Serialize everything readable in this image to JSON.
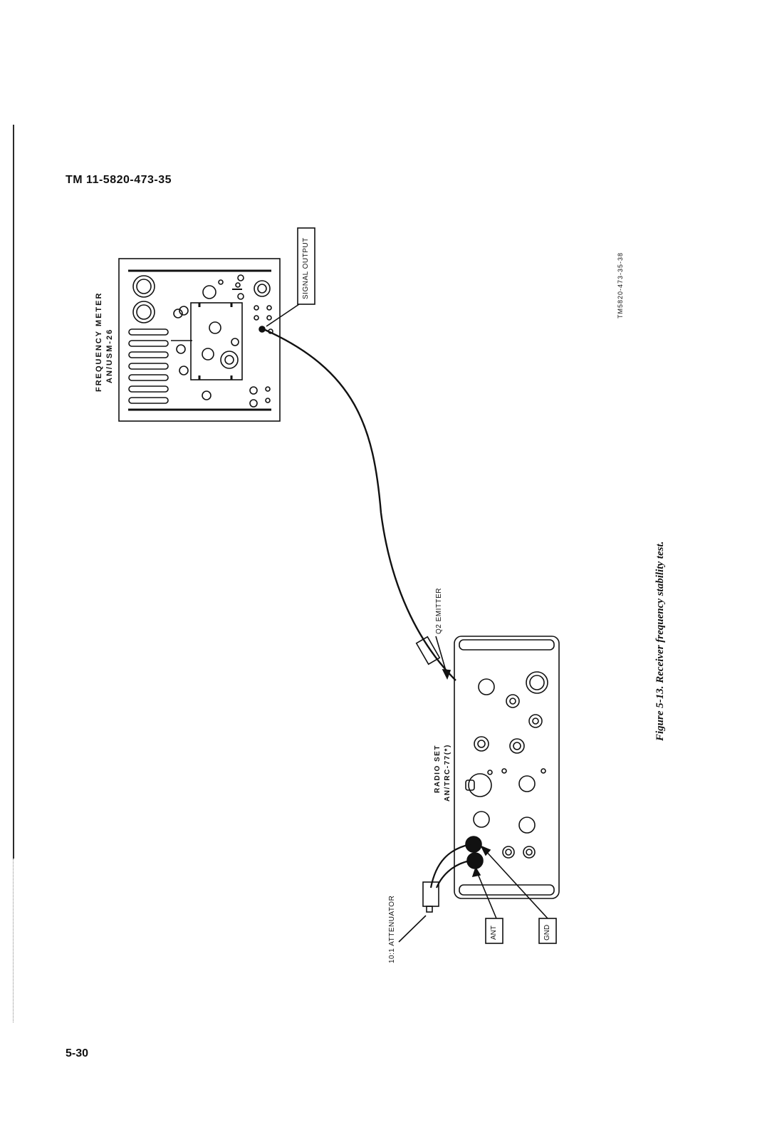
{
  "header": {
    "doc_number": "TM 11-5820-473-35"
  },
  "page_number": "5-30",
  "figure": {
    "caption": "Figure 5-13. Receiver frequency stability test.",
    "drawing_id": "TM5820-473-35-38"
  },
  "frequency_meter": {
    "name": "FREQUENCY METER",
    "model": "AN/USM-26"
  },
  "radio_set": {
    "name": "RADIO SET",
    "model": "AN/TRC-77(*)"
  },
  "callouts": {
    "signal_output": "SIGNAL OUTPUT",
    "q2_emitter": "Q2 EMITTER",
    "attenuator": "10:1 ATTENUATOR",
    "ant": "ANT",
    "gnd": "GND"
  }
}
